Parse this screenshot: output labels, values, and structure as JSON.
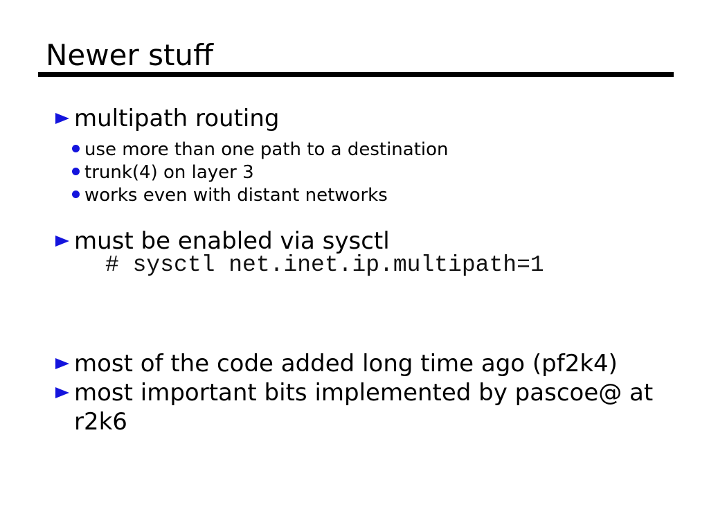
{
  "title": {
    "text": "Newer stuff"
  },
  "colors": {
    "accent": "#1414dd",
    "text": "#000000",
    "rule": "#000000",
    "background": "#ffffff"
  },
  "content": {
    "group1": {
      "heading": "multipath routing",
      "subitems": [
        "use more than one path to a destination",
        "trunk(4) on layer 3",
        "works even with distant networks"
      ]
    },
    "group2": {
      "heading": "must be enabled via sysctl",
      "code": "# sysctl net.inet.ip.multipath=1"
    },
    "group3": {
      "items": [
        "most of the code added long time ago (pf2k4)",
        "most important bits implemented by pascoe@ at r2k6"
      ]
    }
  }
}
